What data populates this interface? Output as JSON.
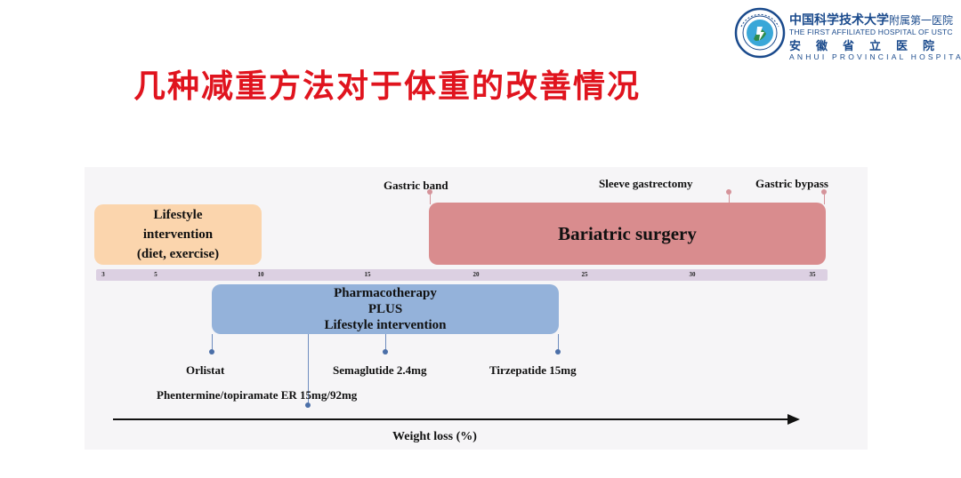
{
  "slide": {
    "title": "几种减重方法对于体重的改善情况"
  },
  "logo": {
    "name_cn_main": "中国科学技术大学",
    "name_cn_suffix": "附属第一医院",
    "name_en_1": "THE FIRST AFFILIATED HOSPITAL OF USTC",
    "name_cn_2": "安徽省立医院",
    "name_en_2": "ANHUI PROVINCIAL HOSPITAL",
    "brand_color": "#1a4a8c"
  },
  "diagram": {
    "boxes": {
      "lifestyle": [
        "Lifestyle",
        "intervention",
        "(diet, exercise)"
      ],
      "surgery": "Bariatric surgery",
      "pharma": [
        "Pharmacotherapy",
        "PLUS",
        "Lifestyle intervention"
      ]
    },
    "axis_ticks": [
      "3",
      "5",
      "10",
      "15",
      "20",
      "25",
      "30",
      "35"
    ],
    "surgery_labels": {
      "gastric_band": "Gastric band",
      "sleeve": "Sleeve gastrectomy",
      "bypass": "Gastric bypass"
    },
    "drug_labels": {
      "orlistat": "Orlistat",
      "phentermine": "Phentermine/topiramate ER 15mg/92mg",
      "semaglutide": "Semaglutide 2.4mg",
      "tirzepatide": "Tirzepatide 15mg"
    },
    "x_axis_label": "Weight loss (%)",
    "colors": {
      "lifestyle": "#fbd5ad",
      "surgery": "#d98c8e",
      "pharma": "#94b2da",
      "axis_bar": "#dcd0e2",
      "title": "#e0141e"
    }
  }
}
